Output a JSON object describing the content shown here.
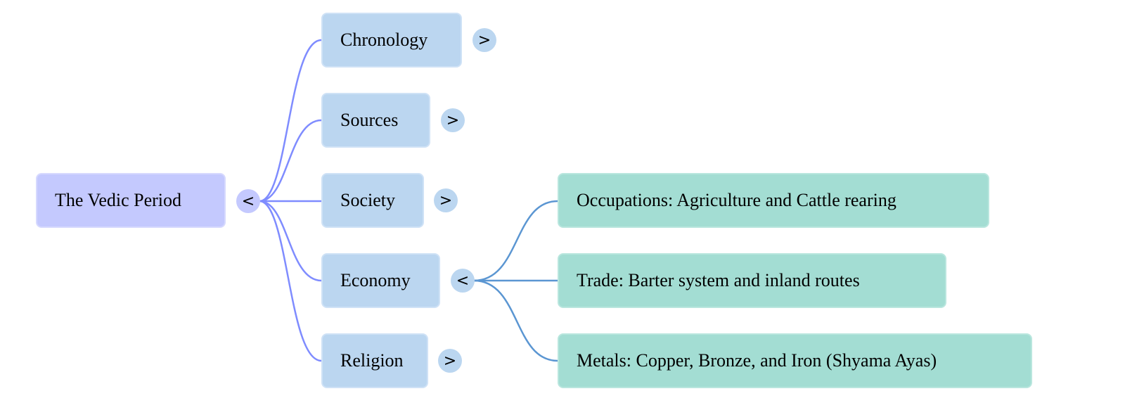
{
  "root": {
    "label": "The Vedic Period",
    "toggle": "<"
  },
  "children": [
    {
      "label": "Chronology",
      "toggle": ">"
    },
    {
      "label": "Sources",
      "toggle": ">"
    },
    {
      "label": "Society",
      "toggle": ">"
    },
    {
      "label": "Economy",
      "toggle": "<"
    },
    {
      "label": "Religion",
      "toggle": ">"
    }
  ],
  "economy_children": [
    {
      "label": "Occupations: Agriculture and Cattle rearing"
    },
    {
      "label": "Trade: Barter system and inland routes"
    },
    {
      "label": "Metals: Copper, Bronze, and Iron (Shyama Ayas)"
    }
  ],
  "colors": {
    "root": "#c4c9fe",
    "child": "#bbd6f0",
    "leaf": "#a3ddd3",
    "edge_root": "#7f8cff",
    "edge_economy": "#5b96d2"
  }
}
